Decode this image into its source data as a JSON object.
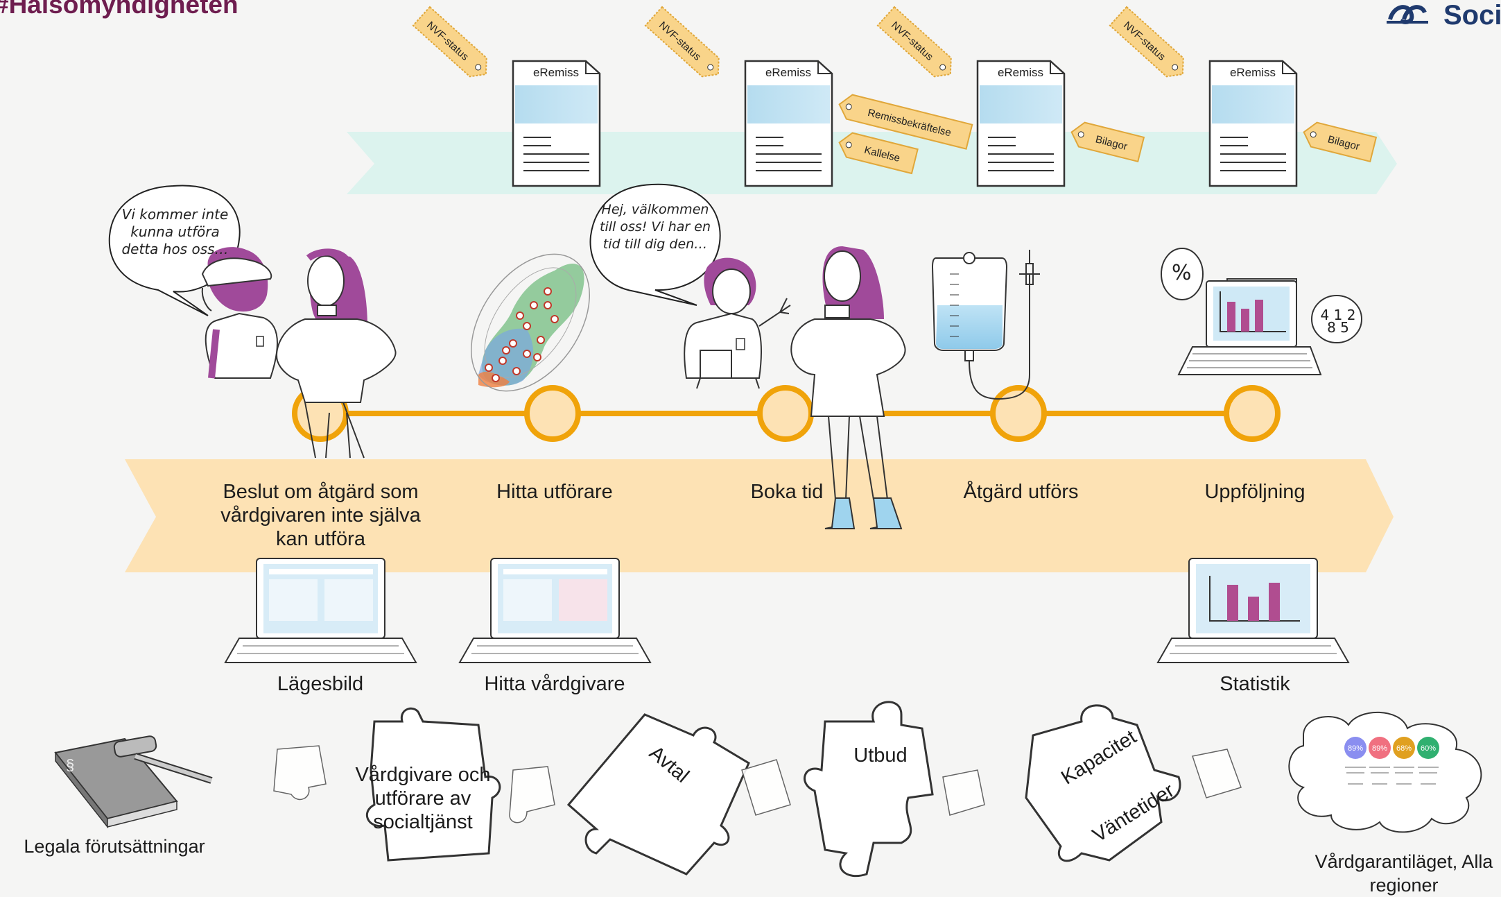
{
  "brand": {
    "hashtag": "#Hälsomyndigheten",
    "logo_text": "Socia",
    "hashtag_color": "#6e1d4f",
    "logo_color": "#1f3a6e"
  },
  "documents": [
    {
      "title": "eRemiss",
      "tags": [
        "NVF-status"
      ],
      "side_tags": []
    },
    {
      "title": "eRemiss",
      "tags": [
        "NVF-status"
      ],
      "side_tags": [
        "Remissbekräftelse",
        "Kallelse"
      ]
    },
    {
      "title": "eRemiss",
      "tags": [
        "NVF-status"
      ],
      "side_tags": [
        "Bilagor"
      ]
    },
    {
      "title": "eRemiss",
      "tags": [
        "NVF-status"
      ],
      "side_tags": [
        "Bilagor"
      ]
    }
  ],
  "speech_bubbles": {
    "left": "Vi kommer inte kunna utföra detta hos oss…",
    "middle": "Hej, välkommen till oss! Vi har en tid till dig den…"
  },
  "stages": [
    "Beslut om åtgärd som vårdgivaren inte själva kan utföra",
    "Hitta utförare",
    "Boka tid",
    "Åtgärd utförs",
    "Uppföljning"
  ],
  "tools": [
    "Lägesbild",
    "Hitta vårdgivare",
    "Statistik"
  ],
  "icons": {
    "percent": "%",
    "numbers": "4 1 2 8 5"
  },
  "puzzle_pieces": [
    "Vårdgivare och utförare av socialtjänst",
    "Avtal",
    "Utbud",
    "Kapacitet",
    "Väntetider"
  ],
  "legal": "Legala förutsättningar",
  "guarantee": {
    "label": "Vårdgarantiläget, Alla regioner",
    "percentages": [
      "89%",
      "89%",
      "68%",
      "60%"
    ],
    "colors": [
      "#8a8ef0",
      "#f07080",
      "#e0a020",
      "#30b070"
    ]
  },
  "colors": {
    "timeline": "#f0a30a",
    "stage_band": "#fde2b4",
    "doc_band": "#dcf3ee",
    "tag": "#f9d48a",
    "tag_border": "#e0a73a",
    "figure_purple": "#a04a9a",
    "chart_purple": "#b04d90"
  }
}
